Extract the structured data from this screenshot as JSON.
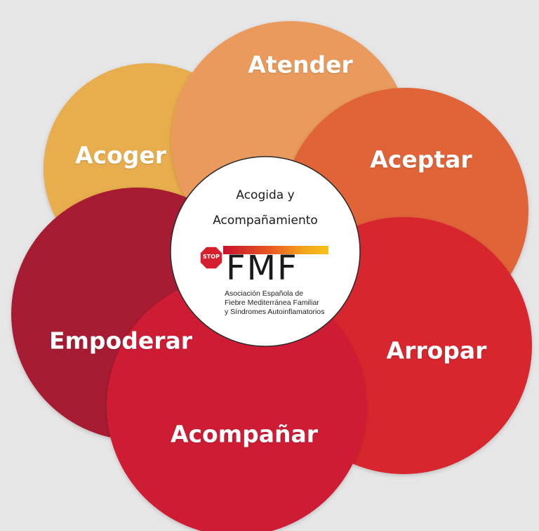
{
  "diagram": {
    "colors": {
      "background": "#e6e6e6",
      "atender": "#e99a5c",
      "aceptar": "#e16437",
      "acoger": "#e8ad4d",
      "empoderar": "#a71e32",
      "arropar": "#d8282f",
      "acompanar": "#cf1a34",
      "center": "#ffffff"
    },
    "petals": [
      {
        "id": "atender",
        "label": "Atender"
      },
      {
        "id": "aceptar",
        "label": "Aceptar"
      },
      {
        "id": "acoger",
        "label": "Acoger"
      },
      {
        "id": "arropar",
        "label": "Arropar"
      },
      {
        "id": "empoderar",
        "label": "Empoderar"
      },
      {
        "id": "acompanar",
        "label": "Acompañar"
      }
    ],
    "center": {
      "line1": "Acogida y",
      "line2": "Acompañamiento"
    },
    "logo": {
      "stop": "STOP",
      "wordmark": "FMF",
      "assoc_line1": "Asociación Española de",
      "assoc_line2": "Fiebre Mediterránea Familiar",
      "assoc_line3": "y Síndromes Autoinflamatorios"
    }
  }
}
